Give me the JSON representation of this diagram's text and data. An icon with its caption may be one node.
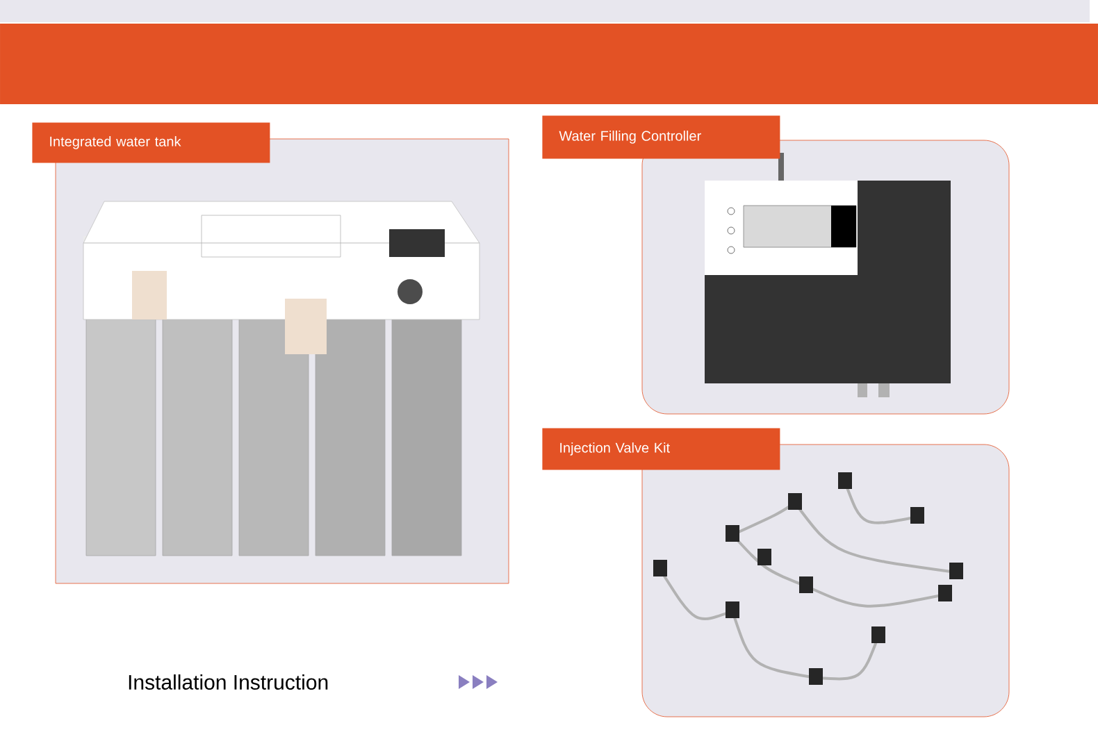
{
  "diagram": {
    "nodes": [
      {
        "text": [
          "Integrated water tank"
        ]
      },
      {
        "text": [
          "Water Filling Controller"
        ]
      },
      {
        "text": [
          "Injection Valve Kit"
        ]
      }
    ],
    "labels": [
      "Installation Instruction"
    ]
  }
}
